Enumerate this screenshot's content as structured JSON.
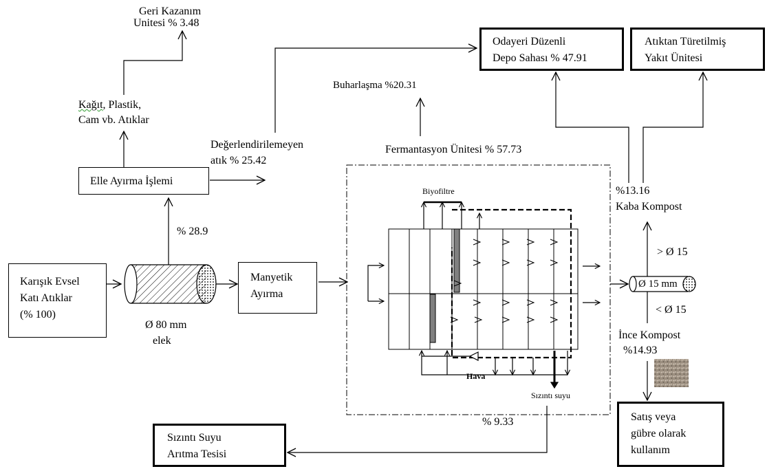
{
  "nodes": {
    "mixed_waste": [
      "Karışık  Evsel",
      "Katı    Atıklar",
      "(% 100)"
    ],
    "screen_size": "Ø 80 mm",
    "screen_label": "elek",
    "magnetic": [
      "Manyetik",
      "Ayırma"
    ],
    "hand_sort": "Elle Ayırma İşlemi",
    "hand_sort_pct": "% 28.9",
    "recyclables": [
      "Kağıt, Plastik,",
      "Cam vb. Atıklar"
    ],
    "recyclables_underlined_word": "Kağıt",
    "recovery": [
      "Geri Kazanım",
      "Unitesi % 3.48"
    ],
    "non_recoverable": [
      "Değerlendirilemeyen",
      "atık % 25.42"
    ],
    "landfill": [
      "Odayeri Düzenli",
      "Depo Sahası % 47.91"
    ],
    "rdf": [
      "Atıktan Türetilmiş",
      "Yakıt Ünitesi"
    ],
    "evaporation": "Buharlaşma %20.31",
    "fermentation": "Fermantasyon Ünitesi % 57.73",
    "biofilter": "Biyofiltre",
    "air": "Hava",
    "leachate": "Sızıntı suyu",
    "leachate_pct": "% 9.33",
    "leachate_plant": [
      "Sızıntı Suyu",
      "Arıtma Tesisi"
    ],
    "coarse_pct": "%13.16",
    "coarse": "Kaba Kompost",
    "gt15": "> Ø 15",
    "lt15": "< Ø 15",
    "trommel": "Ø 15 mm",
    "fine": "İnce Kompost",
    "fine_pct": "%14.93",
    "sale": [
      "Satış veya",
      "gübre olarak",
      "kullanım"
    ]
  },
  "colors": {
    "line": "#000000",
    "compost_swatch": "#a89c8e"
  }
}
